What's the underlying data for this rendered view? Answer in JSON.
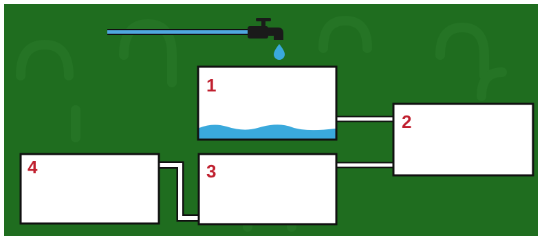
{
  "puzzle": {
    "tanks": [
      {
        "label": "1",
        "water_level": 0.16
      },
      {
        "label": "2",
        "water_level": 0
      },
      {
        "label": "3",
        "water_level": 0
      },
      {
        "label": "4",
        "water_level": 0
      }
    ]
  },
  "colors": {
    "background": "#1f6d1f",
    "water": "#3aa9dc",
    "label": "#c0202f",
    "tank": "#ffffff",
    "outline": "#111111",
    "faucet": "#1a1a1a"
  },
  "icons": {
    "faucet": "faucet-icon",
    "drop": "water-drop-icon"
  }
}
